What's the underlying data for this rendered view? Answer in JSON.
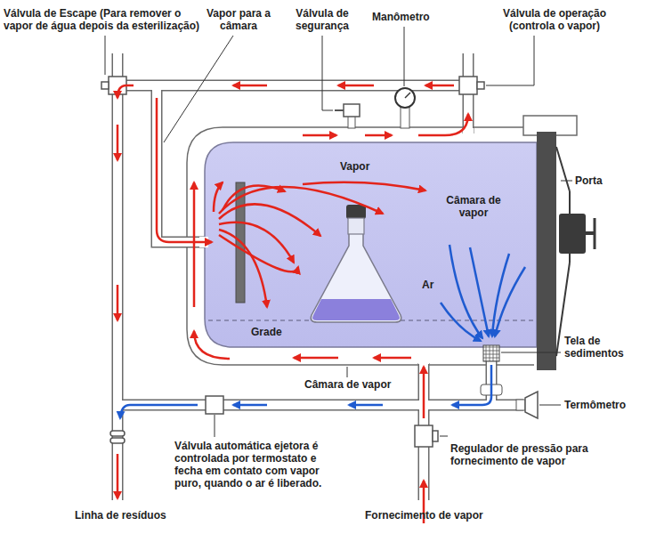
{
  "diagram": {
    "labels": [
      "Válvula de Escape (Para remover o vapor de água depois da esterilização)",
      "Vapor para a câmara",
      "Válvula de segurança",
      "Manômetro",
      "Válvula de operação (controla o vapor)",
      "Vapor",
      "Câmara de vapor",
      "Porta",
      "Ar",
      "Grade",
      "Tela de sedimentos",
      "Câmara de vapor",
      "Termômetro",
      "Válvula automática ejetora é controlada por termostato e fecha em contato com vapor puro, quando o ar é liberado.",
      "Regulador de pressão para fornecimento de vapor",
      "Linha de resíduos",
      "Fornecimento de vapor"
    ]
  }
}
